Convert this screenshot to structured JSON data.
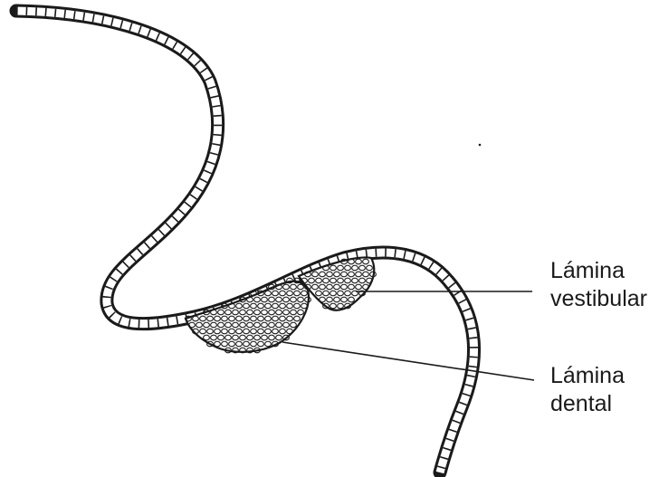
{
  "labels": {
    "vestibular": {
      "line1": "Lámina",
      "line2": "vestibular"
    },
    "dental": {
      "line1": "Lámina",
      "line2": "dental"
    }
  },
  "colors": {
    "ink": "#1a1a1a",
    "background": "#ffffff"
  }
}
